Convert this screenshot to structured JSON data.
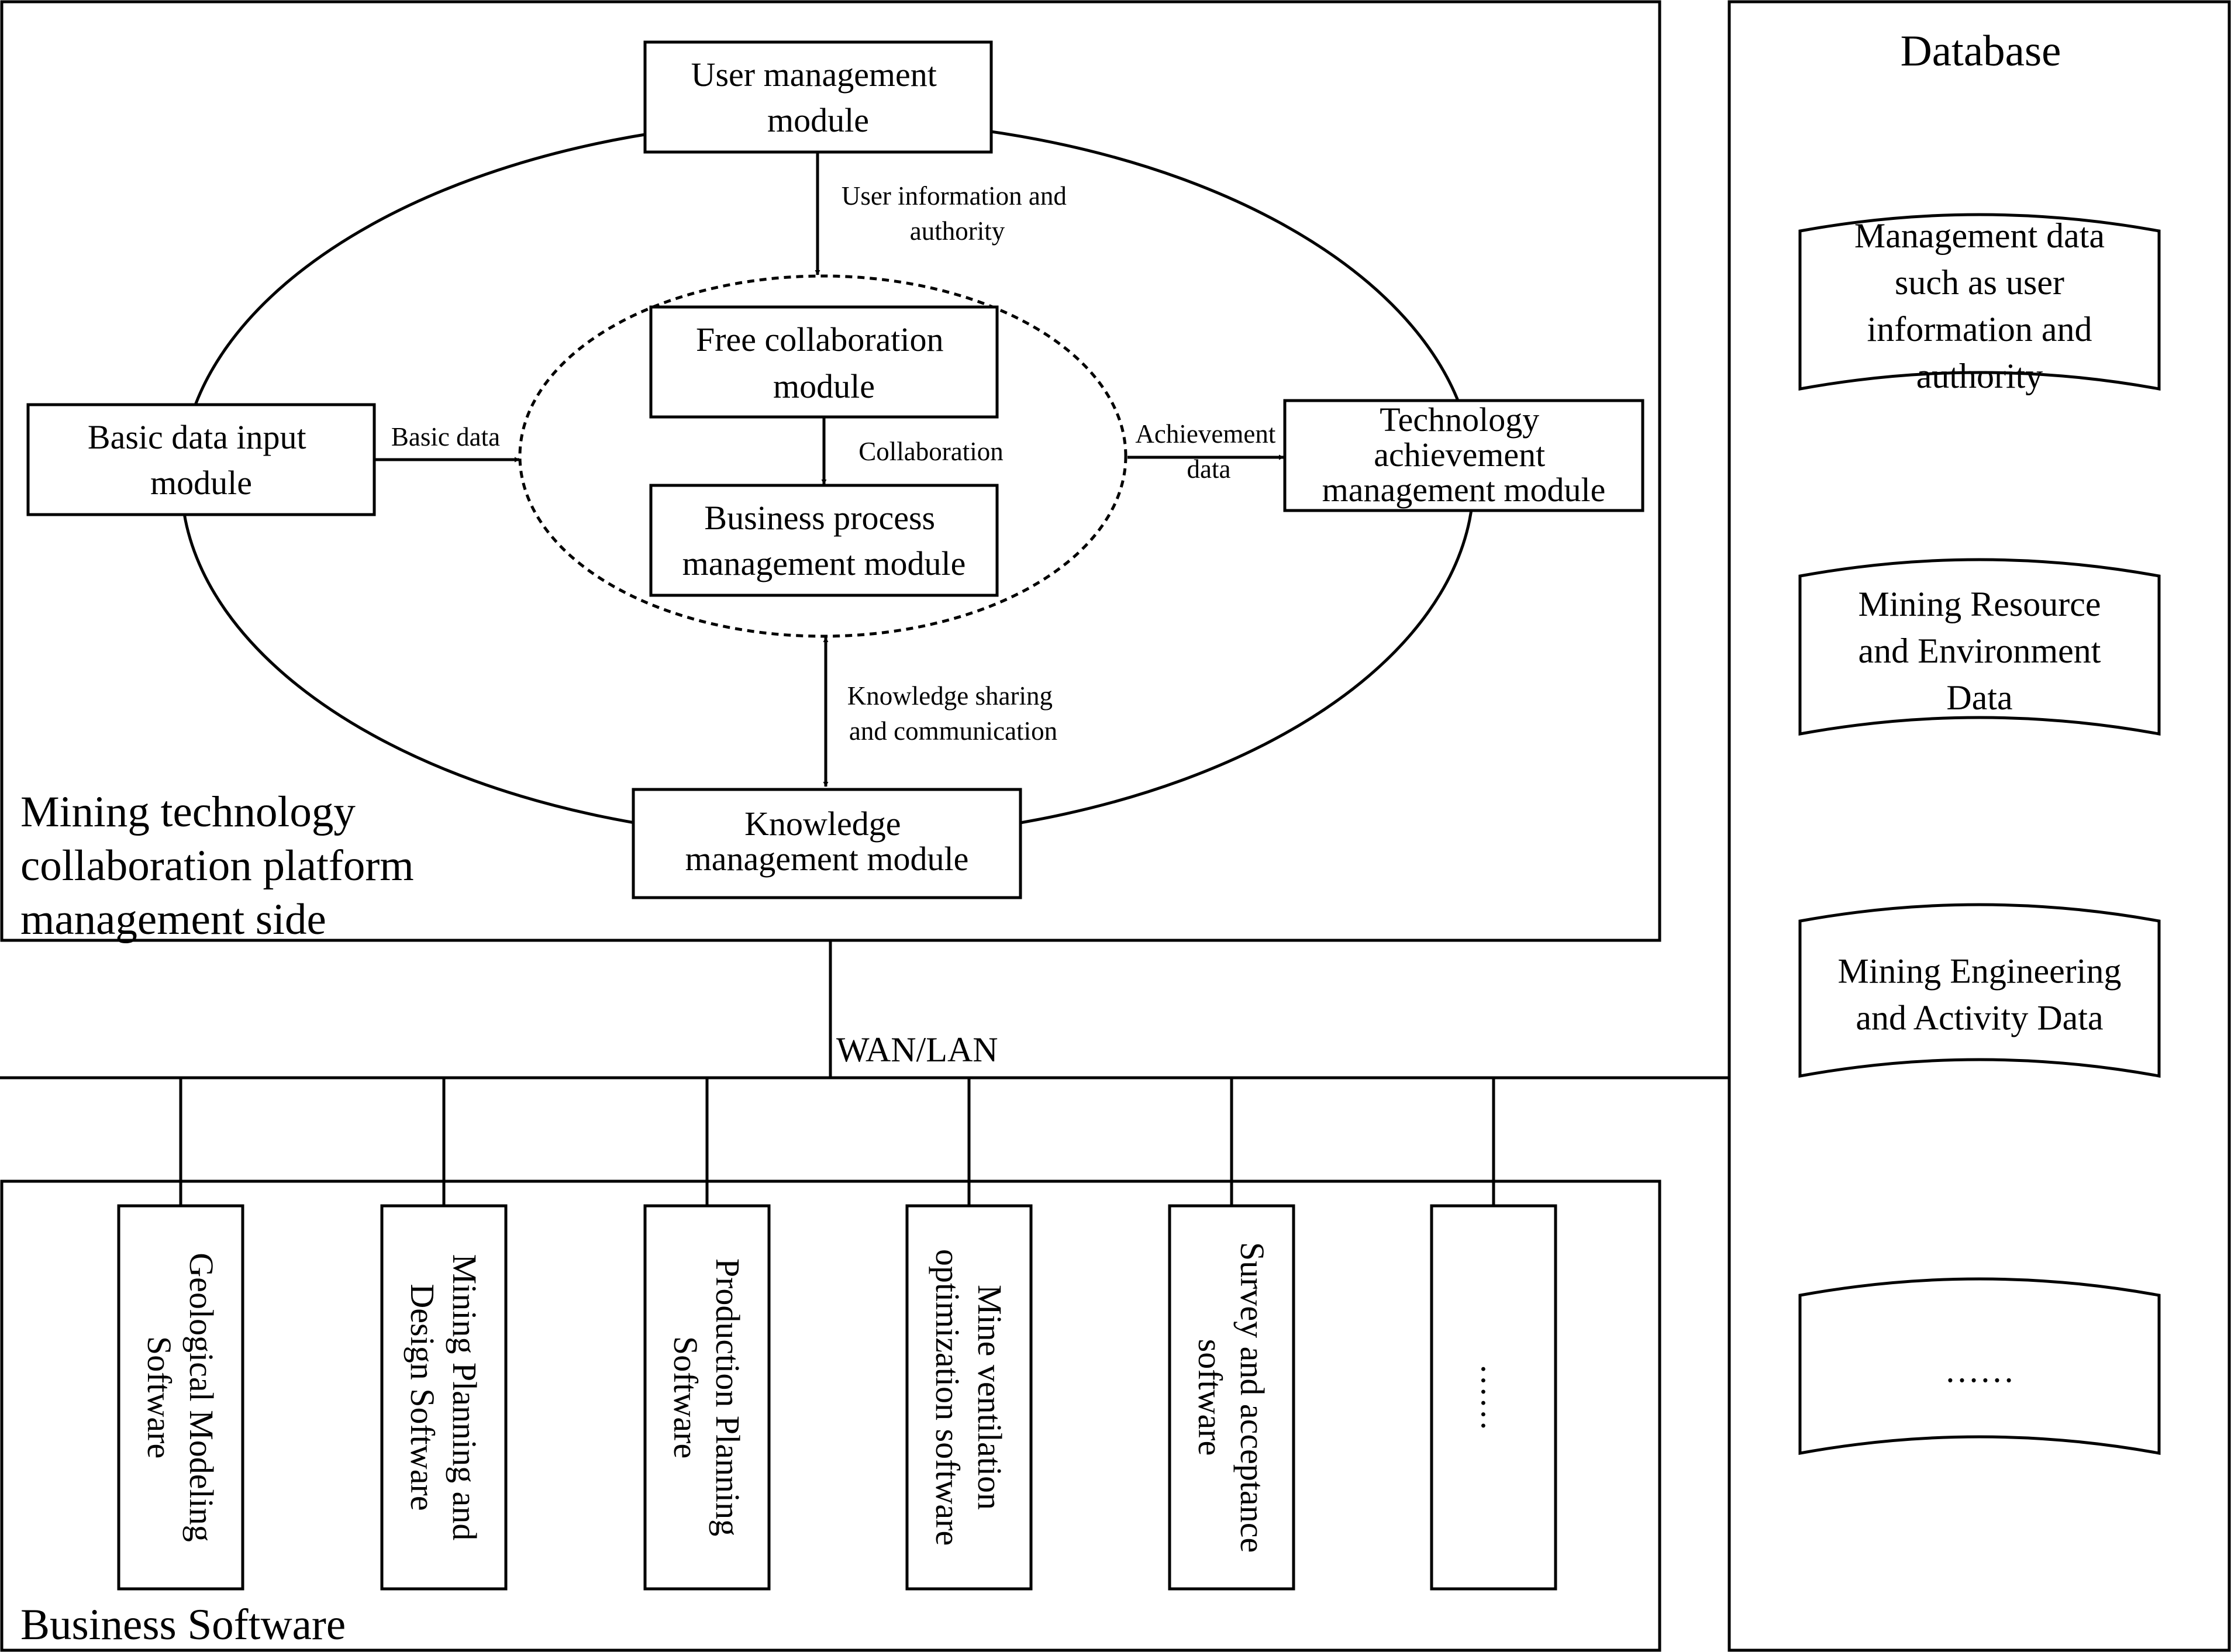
{
  "platform": {
    "title_lines": [
      "Mining technology",
      "collaboration platform",
      "management side"
    ],
    "modules": {
      "user_management": [
        "User management",
        "module"
      ],
      "free_collaboration": [
        "Free collaboration",
        "module"
      ],
      "business_process": [
        "Business process",
        "management module"
      ],
      "basic_data_input": [
        "Basic data input",
        "module"
      ],
      "technology_achievement": [
        "Technology",
        "achievement",
        "management module"
      ],
      "knowledge_management": [
        "Knowledge",
        "management module"
      ]
    },
    "flow_labels": {
      "user_info": [
        "User information and",
        "authority"
      ],
      "basic_data": "Basic data",
      "collaboration": "Collaboration",
      "achievement_data": [
        "Achievement",
        "data"
      ],
      "knowledge_sharing": [
        "Knowledge sharing",
        "and communication"
      ]
    }
  },
  "network": {
    "label": "WAN/LAN"
  },
  "business_software": {
    "title": "Business Software",
    "items": [
      [
        "Geological Modeling",
        "Software"
      ],
      [
        "Mining Planning and",
        "Design Software"
      ],
      [
        "Production Planning",
        "Software"
      ],
      [
        "Mine ventilation",
        "optimization software"
      ],
      [
        "Survey and acceptance",
        "software"
      ],
      [
        "……"
      ]
    ]
  },
  "database": {
    "title": "Database",
    "stores": [
      [
        "Management data",
        "such as user",
        "information and",
        "authority"
      ],
      [
        "Mining Resource",
        "and Environment",
        "Data"
      ],
      [
        "Mining Engineering",
        "and Activity Data"
      ],
      [
        "……"
      ]
    ]
  }
}
